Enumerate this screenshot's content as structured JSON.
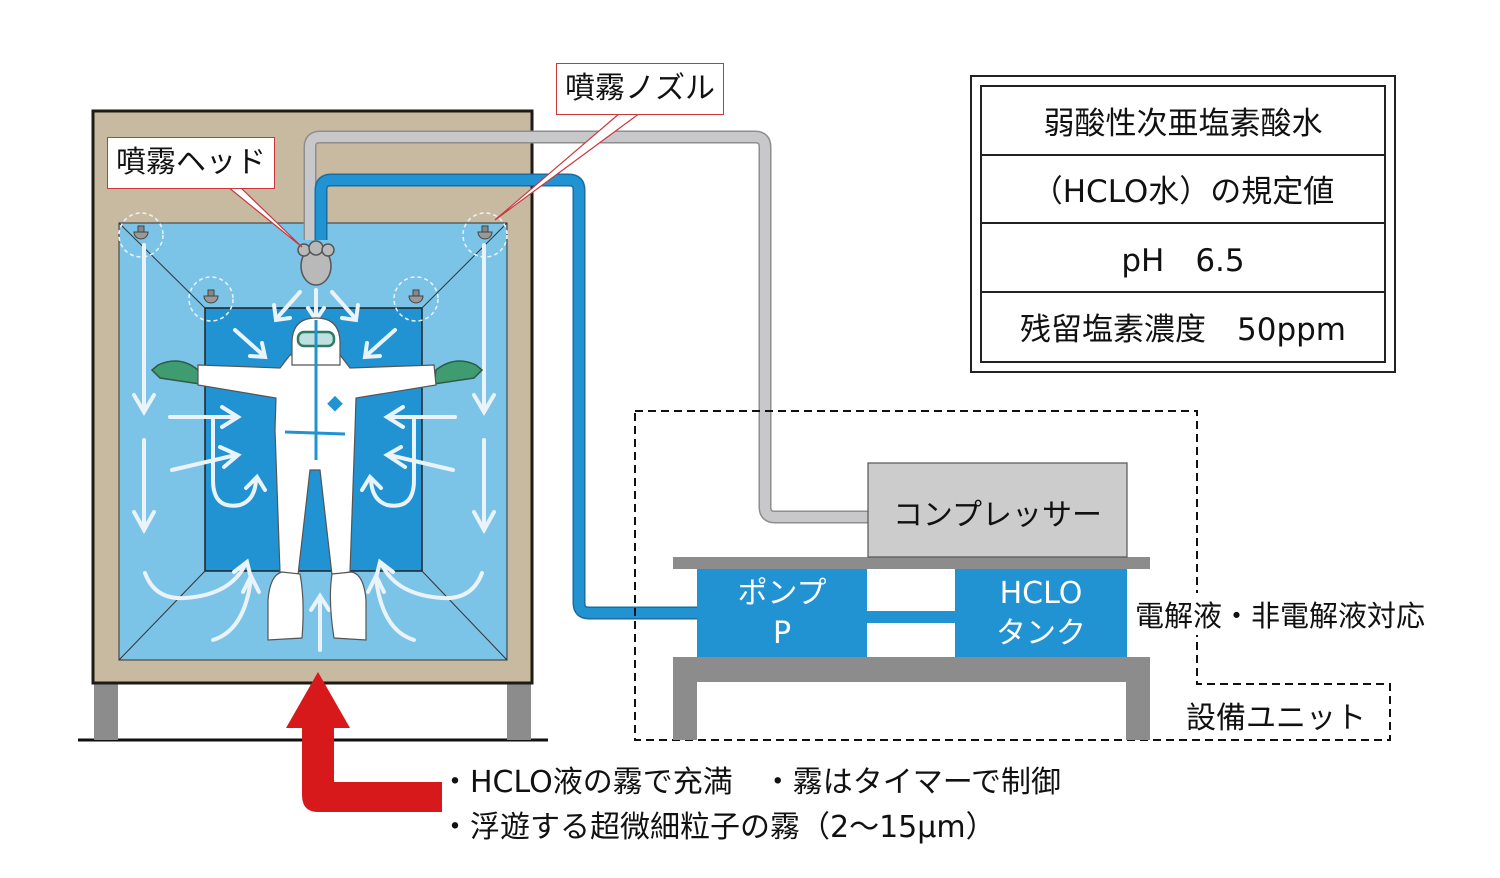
{
  "callouts": {
    "spray_head": "噴霧ヘッド",
    "spray_nozzle": "噴霧ノズル"
  },
  "spec_table": {
    "rows": [
      "弱酸性次亜塩素酸水",
      "（HCLO水）の規定値",
      "pH　6.5",
      "残留塩素濃度　50ppm"
    ]
  },
  "equipment": {
    "compressor": "コンプレッサー",
    "pump_line1": "ポンプ",
    "pump_line2": "P",
    "tank_line1": "HCLO",
    "tank_line2": "タンク",
    "electrolyte_note": "電解液・非電解液対応",
    "unit_label": "設備ユニット"
  },
  "notes": {
    "line1": "・HCLO液の霧で充満　・霧はタイマーで制御",
    "line2": "・浮遊する超微細粒子の霧（2～15μm）"
  },
  "colors": {
    "booth_frame": "#c7baa0",
    "chamber_outer": "#7cc3e8",
    "chamber_inner": "#2193d2",
    "pipe_blue": "#2193d2",
    "pipe_gray": "#c8c8ca",
    "equipment_blue": "#2193d2",
    "compressor_gray": "#cccccc",
    "stand_gray": "#8c8c8c",
    "inflow_arrow": "#d7191c",
    "callout_border": "#c8373b"
  }
}
